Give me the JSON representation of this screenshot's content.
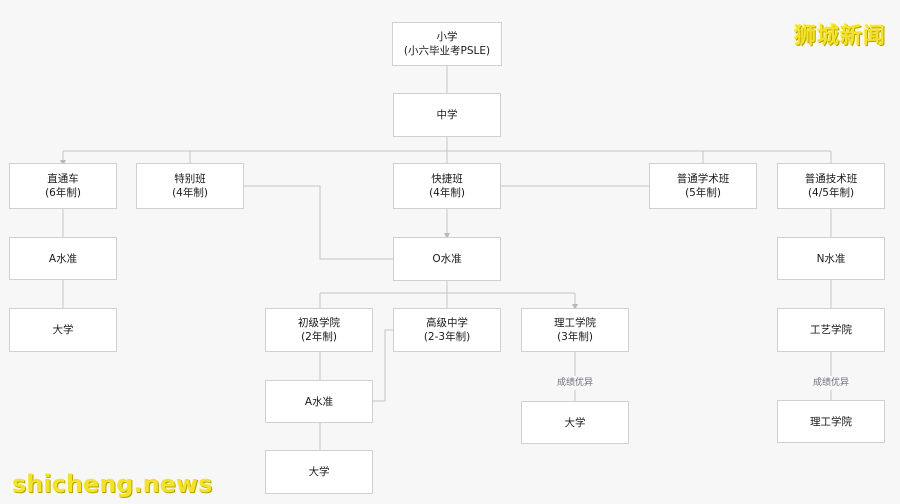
{
  "nodes": {
    "primary": {
      "line1": "小学",
      "line2": "(小六毕业考PSLE)"
    },
    "secondary": {
      "line1": "中学"
    },
    "express_ip": {
      "line1": "直通车",
      "line2": "(6年制)"
    },
    "special": {
      "line1": "特别班",
      "line2": "(4年制)"
    },
    "express": {
      "line1": "快捷班",
      "line2": "(4年制)"
    },
    "normal_academic": {
      "line1": "普通学术班",
      "line2": "(5年制)"
    },
    "normal_technical": {
      "line1": "普通技术班",
      "line2": "(4/5年制)"
    },
    "a_level_1": {
      "line1": "A水准"
    },
    "o_level": {
      "line1": "O水准"
    },
    "n_level": {
      "line1": "N水准"
    },
    "university_1": {
      "line1": "大学"
    },
    "jc": {
      "line1": "初级学院",
      "line2": "(2年制)"
    },
    "high_school": {
      "line1": "高级中学",
      "line2": "(2-3年制)"
    },
    "poly": {
      "line1": "理工学院",
      "line2": "(3年制)"
    },
    "ite": {
      "line1": "工艺学院"
    },
    "a_level_2": {
      "line1": "A水准"
    },
    "university_poly": {
      "line1": "大学"
    },
    "poly_2": {
      "line1": "理工学院"
    },
    "university_2": {
      "line1": "大学"
    }
  },
  "edge_labels": {
    "poly_to_uni": "成绩优异",
    "ite_to_poly": "成绩优异"
  },
  "watermark": {
    "brand": "狮城新闻",
    "site": "shicheng.news"
  },
  "colors": {
    "line": "#c4c4c9",
    "border": "#cfcfd4",
    "watermark": "#f2e229"
  }
}
